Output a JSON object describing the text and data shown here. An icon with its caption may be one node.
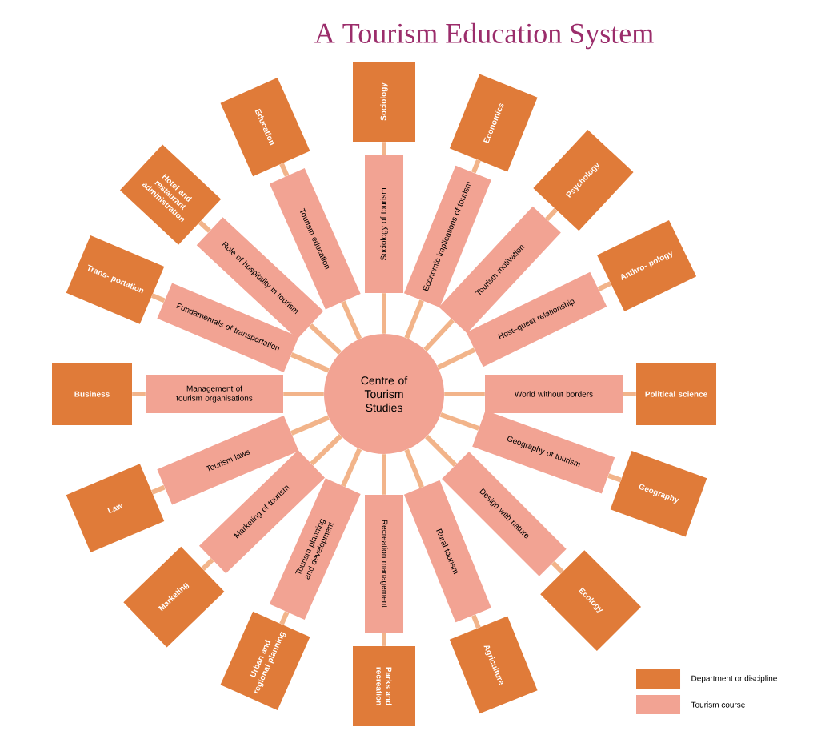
{
  "diagram": {
    "title": "A Tourism Education System",
    "nodes": [
      {
        "text": [
          "Centre of Tourism Studies"
        ]
      },
      {
        "text": [
          "Sociology of tourism"
        ]
      },
      {
        "text": [
          "Sociology"
        ]
      },
      {
        "text": [
          "Economic implications of tourism"
        ]
      },
      {
        "text": [
          "Economics"
        ]
      },
      {
        "text": [
          "Tourism motivation"
        ]
      },
      {
        "text": [
          "Psychology"
        ]
      },
      {
        "text": [
          "Host–guest relationship"
        ]
      },
      {
        "text": [
          "Anthro- pology"
        ]
      },
      {
        "text": [
          "World without borders"
        ]
      },
      {
        "text": [
          "Political science"
        ]
      },
      {
        "text": [
          "Geography of tourism"
        ]
      },
      {
        "text": [
          "Geography"
        ]
      },
      {
        "text": [
          "Design with nature"
        ]
      },
      {
        "text": [
          "Ecology"
        ]
      },
      {
        "text": [
          "Rural tourism"
        ]
      },
      {
        "text": [
          "Agriculture"
        ]
      },
      {
        "text": [
          "Recreation management"
        ]
      },
      {
        "text": [
          "Parks and recreation"
        ]
      },
      {
        "text": [
          "Tourism planning and development"
        ]
      },
      {
        "text": [
          "Urban and regional planning"
        ]
      },
      {
        "text": [
          "Marketing of tourism"
        ]
      },
      {
        "text": [
          "Marketing"
        ]
      },
      {
        "text": [
          "Tourism laws"
        ]
      },
      {
        "text": [
          "Law"
        ]
      },
      {
        "text": [
          "Management of tourism organisations"
        ]
      },
      {
        "text": [
          "Business"
        ]
      },
      {
        "text": [
          "Fundamentals of transportation"
        ]
      },
      {
        "text": [
          "Trans- portation"
        ]
      },
      {
        "text": [
          "Role of hospitality in tourism"
        ]
      },
      {
        "text": [
          "Hotel and restaurant administration"
        ]
      },
      {
        "text": [
          "Tourism education"
        ]
      },
      {
        "text": [
          "Education"
        ]
      }
    ],
    "edges": [
      {
        "from": 0,
        "to": 1,
        "arrow": "none"
      },
      {
        "from": 1,
        "to": 2,
        "arrow": "none"
      },
      {
        "from": 0,
        "to": 3,
        "arrow": "none"
      },
      {
        "from": 3,
        "to": 4,
        "arrow": "none"
      },
      {
        "from": 0,
        "to": 5,
        "arrow": "none"
      },
      {
        "from": 5,
        "to": 6,
        "arrow": "none"
      },
      {
        "from": 0,
        "to": 7,
        "arrow": "none"
      },
      {
        "from": 7,
        "to": 8,
        "arrow": "none"
      },
      {
        "from": 0,
        "to": 9,
        "arrow": "none"
      },
      {
        "from": 9,
        "to": 10,
        "arrow": "none"
      },
      {
        "from": 0,
        "to": 11,
        "arrow": "none"
      },
      {
        "from": 11,
        "to": 12,
        "arrow": "none"
      },
      {
        "from": 0,
        "to": 13,
        "arrow": "none"
      },
      {
        "from": 13,
        "to": 14,
        "arrow": "none"
      },
      {
        "from": 0,
        "to": 15,
        "arrow": "none"
      },
      {
        "from": 15,
        "to": 16,
        "arrow": "none"
      },
      {
        "from": 0,
        "to": 17,
        "arrow": "none"
      },
      {
        "from": 17,
        "to": 18,
        "arrow": "none"
      },
      {
        "from": 0,
        "to": 19,
        "arrow": "none"
      },
      {
        "from": 19,
        "to": 20,
        "arrow": "none"
      },
      {
        "from": 0,
        "to": 21,
        "arrow": "none"
      },
      {
        "from": 21,
        "to": 22,
        "arrow": "none"
      },
      {
        "from": 0,
        "to": 23,
        "arrow": "none"
      },
      {
        "from": 23,
        "to": 24,
        "arrow": "none"
      },
      {
        "from": 0,
        "to": 25,
        "arrow": "none"
      },
      {
        "from": 25,
        "to": 26,
        "arrow": "none"
      },
      {
        "from": 0,
        "to": 27,
        "arrow": "none"
      },
      {
        "from": 27,
        "to": 28,
        "arrow": "none"
      },
      {
        "from": 0,
        "to": 29,
        "arrow": "none"
      },
      {
        "from": 29,
        "to": 30,
        "arrow": "none"
      },
      {
        "from": 0,
        "to": 31,
        "arrow": "none"
      },
      {
        "from": 31,
        "to": 32,
        "arrow": "none"
      }
    ],
    "legend": [
      {
        "text": "Department or discipline",
        "color": "#e07b39"
      },
      {
        "text": "Tourism course",
        "color": "#f2a393"
      }
    ]
  }
}
